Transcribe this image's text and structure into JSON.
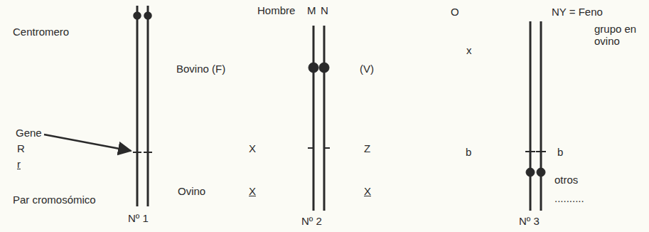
{
  "diagram": {
    "labels": [
      "Centromero",
      "Gene",
      "R",
      "r",
      "Par cromosómico",
      "Nº 1",
      "Hombre",
      "M",
      "N",
      "Bovino (F)",
      "(V)",
      "X",
      "Z",
      "Ovino",
      "X",
      "X",
      "Nº 2",
      "O",
      "x",
      "NY = Feno",
      "grupo en ovino",
      "b",
      "b",
      "otros",
      "..........",
      "Nº 3"
    ]
  }
}
